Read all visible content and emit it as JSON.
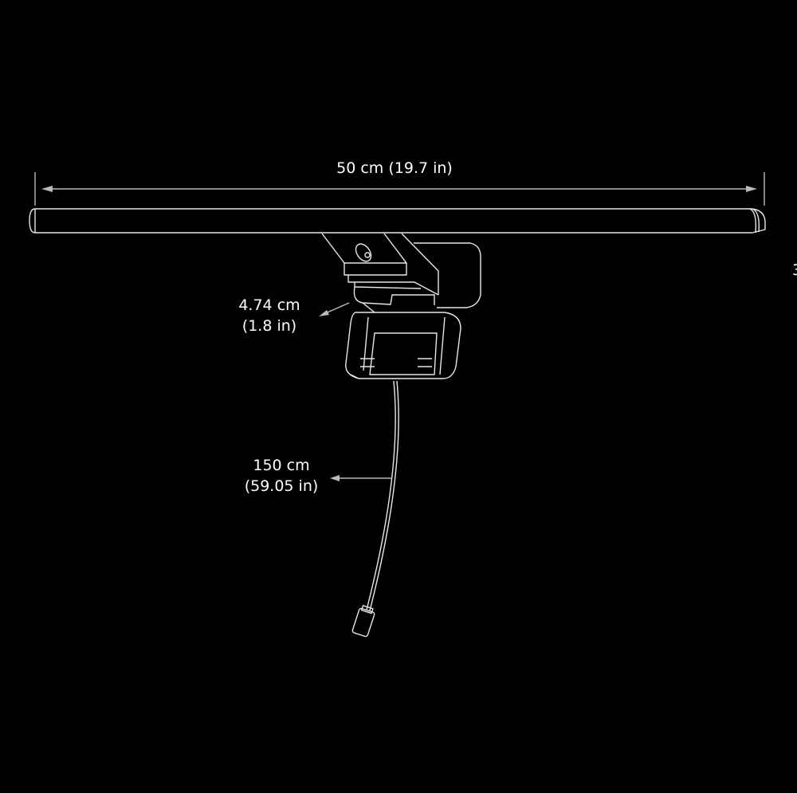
{
  "dimensions": {
    "length": {
      "metric": "50 cm",
      "imperial": "(19.7 in)",
      "full": "50 cm (19.7 in)"
    },
    "clip_width": {
      "metric": "4.74 cm",
      "imperial": "(1.8 in)"
    },
    "cable_length": {
      "metric": "150 cm",
      "imperial": "(59.05 in)"
    },
    "cut_off_label": "3"
  },
  "colors": {
    "background": "#000000",
    "line": "#e8e8e8",
    "dimension": "#bbbbbb"
  }
}
